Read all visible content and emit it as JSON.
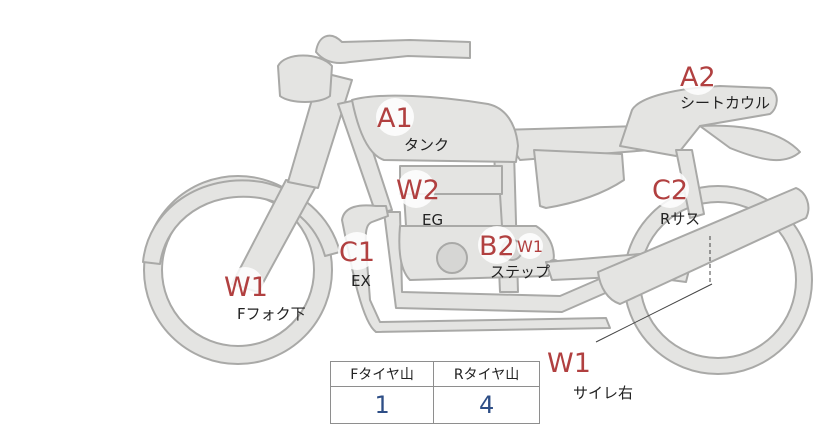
{
  "markers": {
    "a1": {
      "code": "A1",
      "label": "タンク"
    },
    "a2": {
      "code": "A2",
      "label": "シートカウル"
    },
    "w2": {
      "code": "W2",
      "label": "EG"
    },
    "c2": {
      "code": "C2",
      "label": "Rサス"
    },
    "c1": {
      "code": "C1",
      "label": "EX"
    },
    "b2": {
      "code": "B2",
      "extra_code": "W1",
      "label": "ステップ"
    },
    "w1_front": {
      "code": "W1",
      "label": "Fフォク下"
    },
    "w1_side": {
      "code": "W1",
      "label": "サイレ右"
    }
  },
  "tread_table": {
    "headers": [
      "Fタイヤ山",
      "Rタイヤ山"
    ],
    "values": [
      "1",
      "4"
    ]
  },
  "colors": {
    "marker_code": "#b14040",
    "table_value": "#2e4e86",
    "bike_fill": "#e4e4e2",
    "bike_outline": "#a9a9a7"
  }
}
